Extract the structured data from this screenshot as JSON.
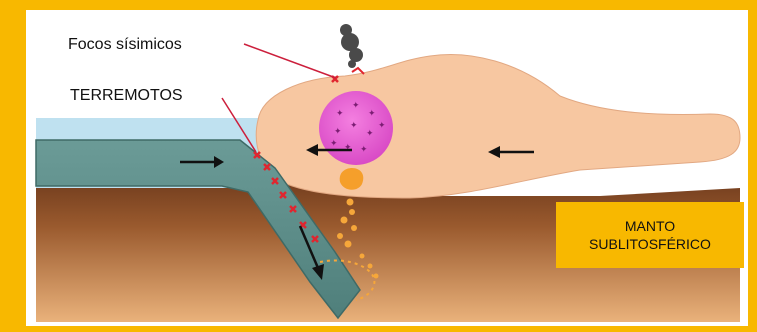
{
  "labels": {
    "seismic_foci": "Focos sísimicos",
    "earthquakes": "TERREMOTOS",
    "mantle_line1": "MANTO",
    "mantle_line2": "SUBLITOSFÉRICO"
  },
  "colors": {
    "frame": "#f8b800",
    "sky": "#cfe6ee",
    "water": "#a9d6ec",
    "continental_crust": "#f7c7a1",
    "oceanic_plate": "#5b8c88",
    "mantle_top": "#6e3a1c",
    "mantle_bottom": "#e8b07a",
    "magma_chamber": "#e35bcf",
    "quake_marks": "#e0262f",
    "leader_lines": "#cc1f3c",
    "rising_magma": "#f6a73a"
  },
  "icons": [
    "volcanic-smoke-icon",
    "arrow-icon",
    "quake-star-icon",
    "magma-drop-icon"
  ]
}
